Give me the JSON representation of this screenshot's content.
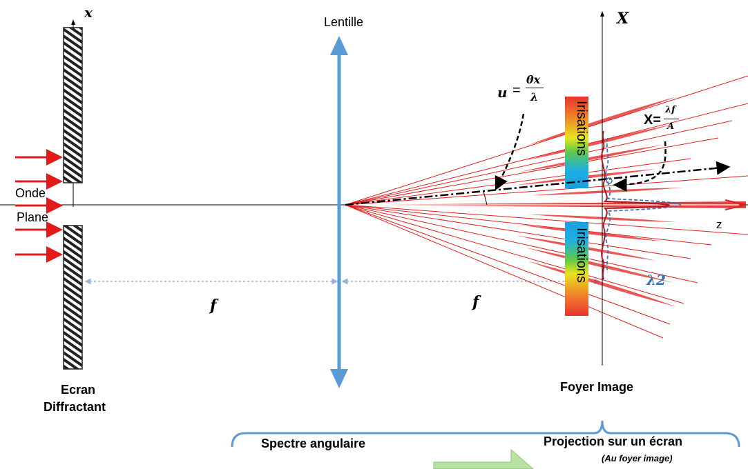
{
  "labels": {
    "x_axis": "x",
    "X_axis": "X",
    "lens": "Lentille",
    "wave_line1": "Onde",
    "wave_line2": "Plane",
    "focal_left": "f",
    "focal_right": "f",
    "z_axis": "z",
    "screen_line1": "Ecran",
    "screen_line2": "Diffractant",
    "focus": "Foyer Image",
    "irisations_top": "Irisations",
    "irisations_bottom": "Irisations",
    "lambda2": "λ2",
    "u_eq_u": "u",
    "u_eq_eq": "=",
    "u_eq_num": "θx",
    "u_eq_den": "λ",
    "X_eq_lhs": "X=",
    "X_eq_num": "λf",
    "X_eq_den": "A",
    "spectre": "Spectre angulaire",
    "projection": "Projection sur un écran",
    "projection_sub": "(Au foyer image)"
  },
  "colors": {
    "arrow_red": "#e21a1a",
    "lens_blue": "#5b9bd5",
    "fringe_red": "#e0201f",
    "green_arrow": "#b9e3a3"
  }
}
